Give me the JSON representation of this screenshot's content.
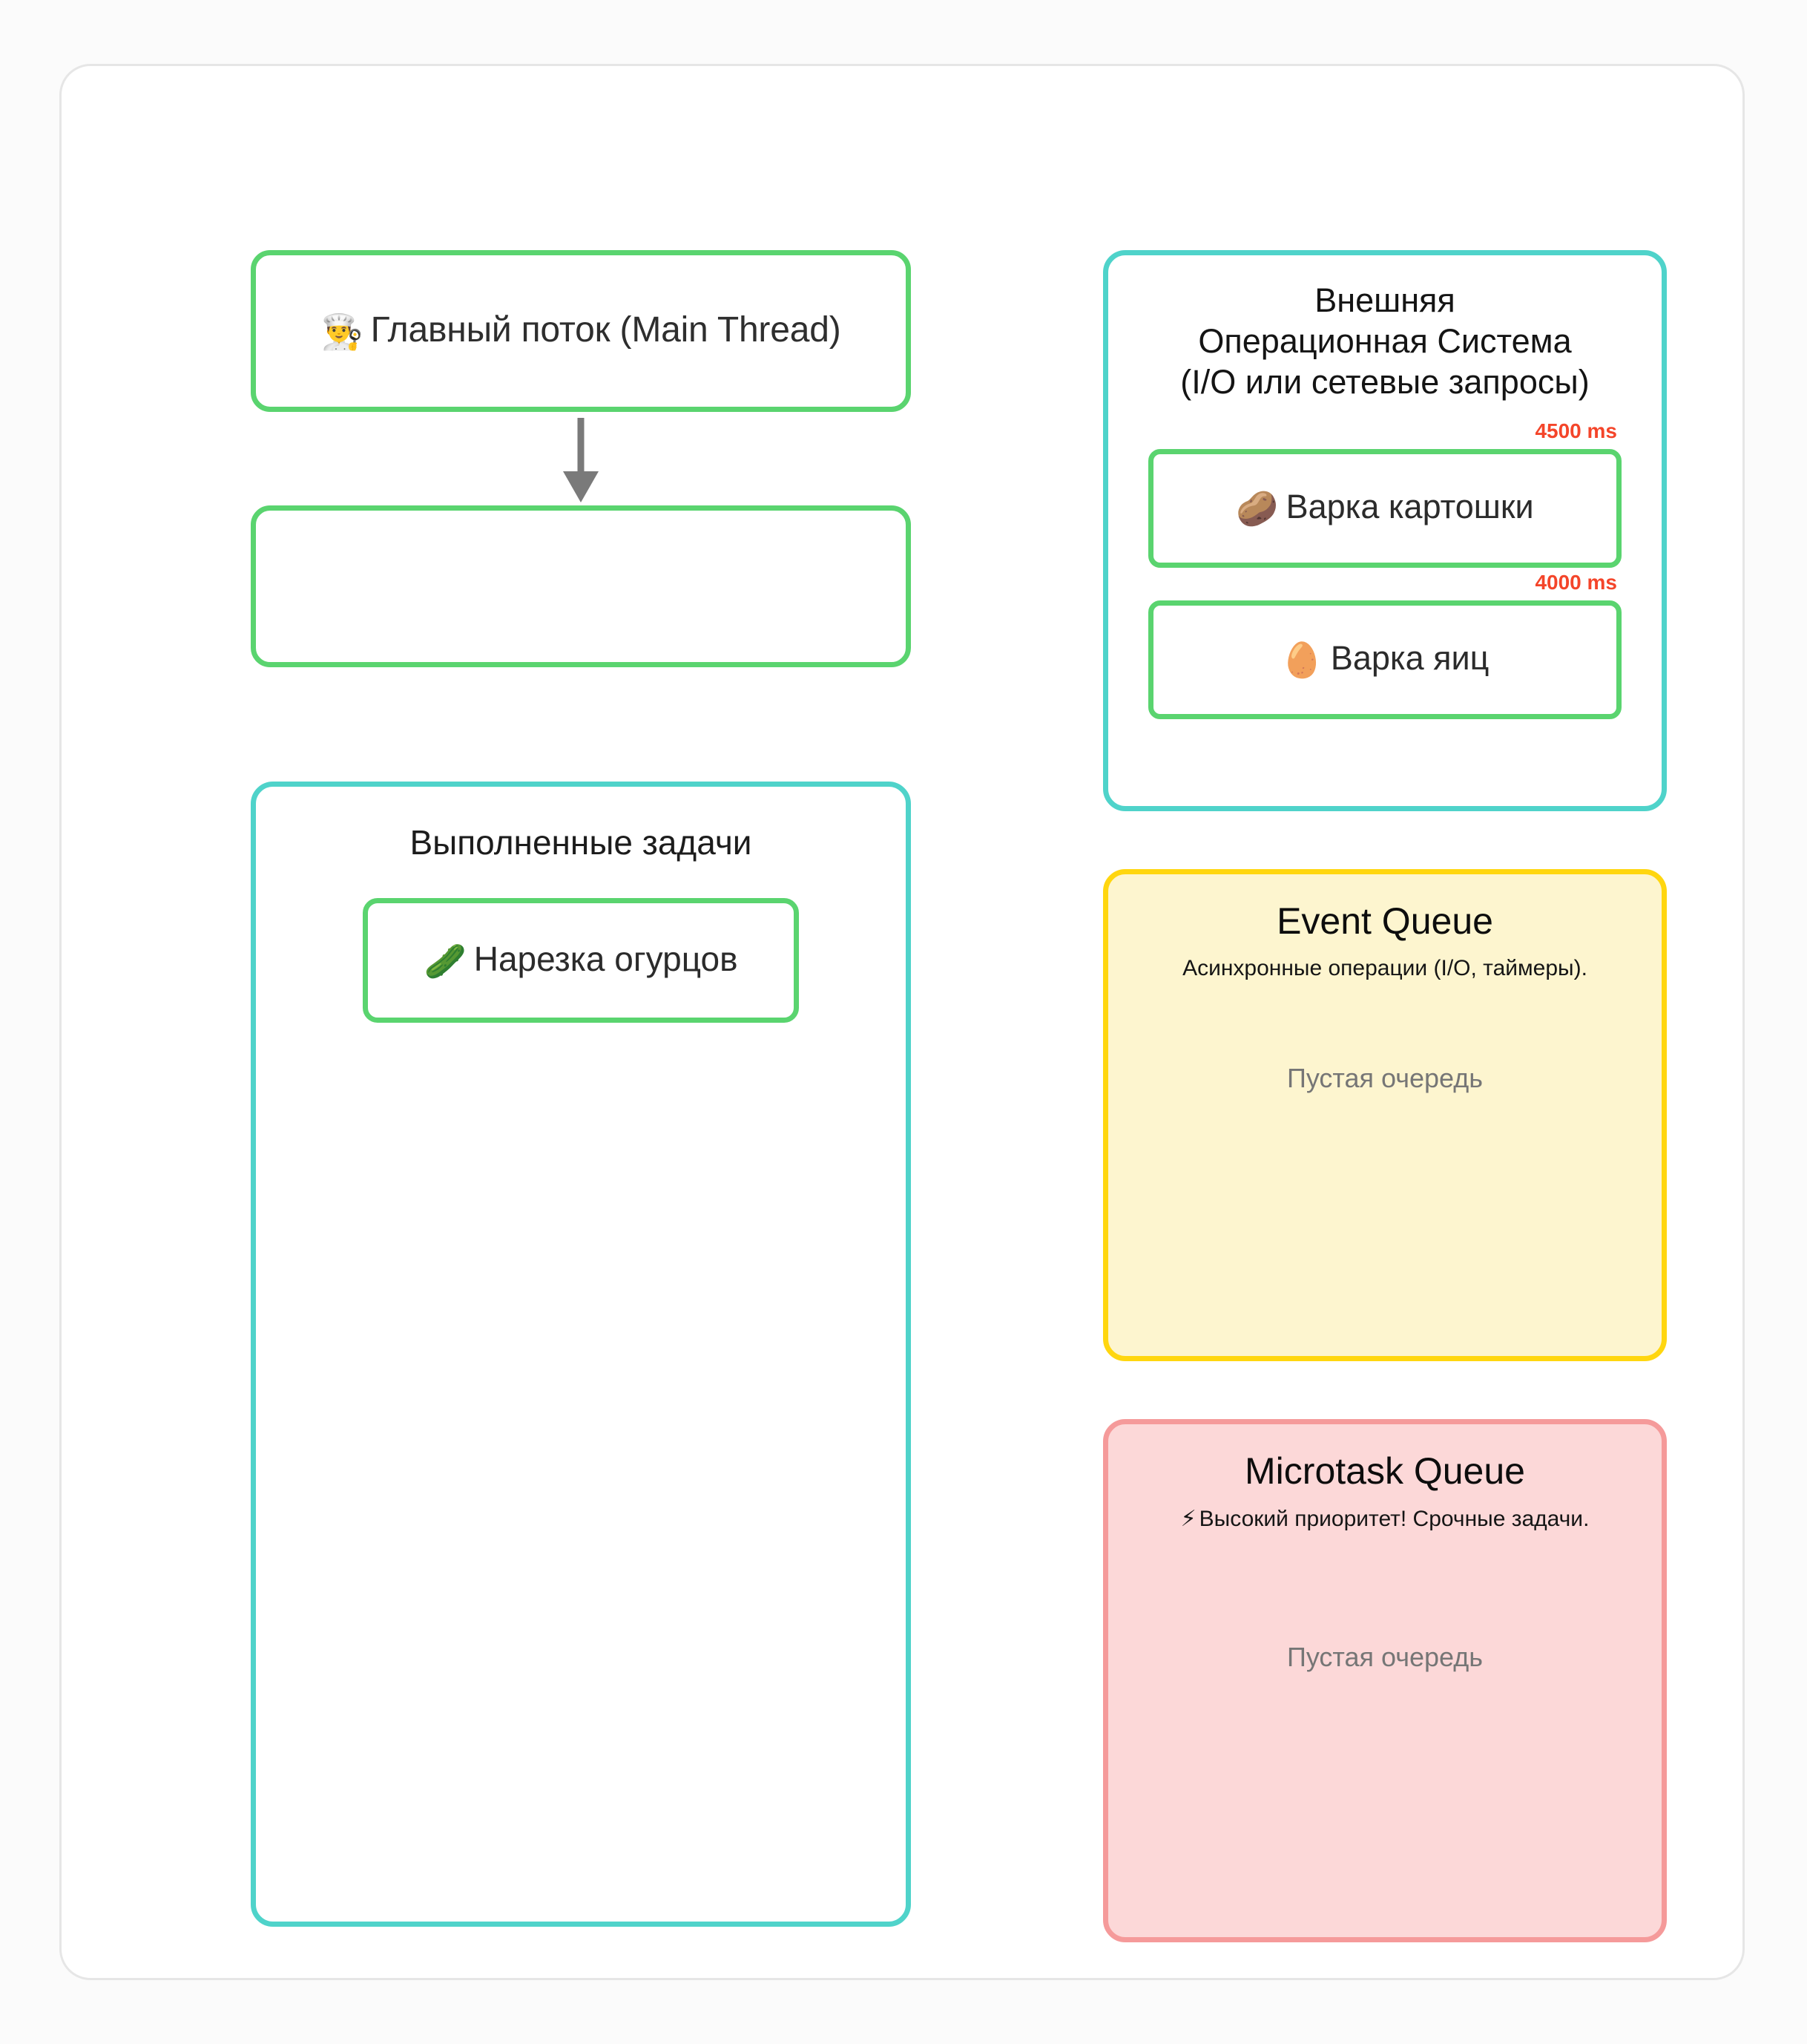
{
  "main_thread": {
    "icon": "chef-cook-emoji",
    "emoji": "👨‍🍳",
    "label": "Главный поток (Main Thread)"
  },
  "flow_arrow": {
    "icon": "arrow-down-icon",
    "color": "#7a7a7a"
  },
  "call_stack": {
    "items": []
  },
  "completed": {
    "title": "Выполненные задачи",
    "items": [
      {
        "emoji": "🥒",
        "icon": "cucumber-emoji",
        "label": "Нарезка огурцов"
      }
    ]
  },
  "os_box": {
    "title_line1": "Внешняя",
    "title_line2": "Операционная Система",
    "title_line3": "(I/O или сетевые запросы)",
    "tasks": [
      {
        "duration": "4500 ms",
        "emoji": "🥔",
        "icon": "potato-emoji",
        "label": "Варка картошки"
      },
      {
        "duration": "4000 ms",
        "emoji": "🥚",
        "icon": "egg-emoji",
        "label": "Варка яиц"
      }
    ]
  },
  "event_queue": {
    "title": "Event Queue",
    "subtitle": "Асинхронные операции (I/O, таймеры).",
    "empty_label": "Пустая очередь",
    "items": []
  },
  "microtask_queue": {
    "title": "Microtask Queue",
    "bolt_emoji": "⚡",
    "subtitle": "Высокий приоритет! Срочные задачи.",
    "empty_label": "Пустая очередь",
    "items": []
  },
  "colors": {
    "green": "#5ad46f",
    "teal": "#4fd3ca",
    "yellow_border": "#ffd60f",
    "yellow_fill": "#fdf5cf",
    "pink_border": "#f59a9a",
    "pink_fill": "#fcd8d8",
    "red_text": "#f4452a",
    "muted_text": "#767676",
    "card_border": "#e6e6e6"
  }
}
